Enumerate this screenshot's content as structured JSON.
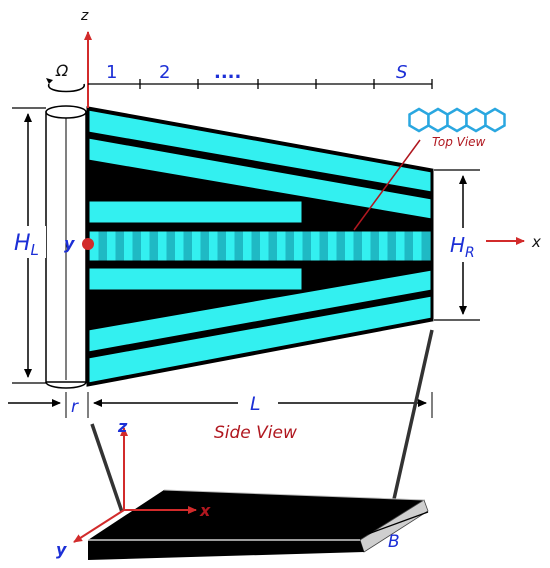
{
  "labels": {
    "axis_z_top": "z",
    "omega": "Ω",
    "seg_1": "1",
    "seg_2": "2",
    "seg_dots": "....",
    "seg_s": "S",
    "top_view": "Top View",
    "hl_main": "H",
    "hl_sub": "L",
    "y_mid": "y",
    "hr_main": "H",
    "hr_sub": "R",
    "axis_x_right": "x",
    "r_label": "r",
    "l_label": "L",
    "side_view": "Side View",
    "axis_z_bottom": "z",
    "axis_x_bottom": "x",
    "axis_y_bottom": "y",
    "b_label": "B"
  },
  "colors": {
    "cyan": "#33f0f0",
    "black": "#000000",
    "axis_red": "#d22b2b",
    "label_blue": "#1c2fd6",
    "label_red": "#b0171f",
    "hex_blue": "#2aa7e0",
    "plate_gray": "#cfcfcf"
  }
}
